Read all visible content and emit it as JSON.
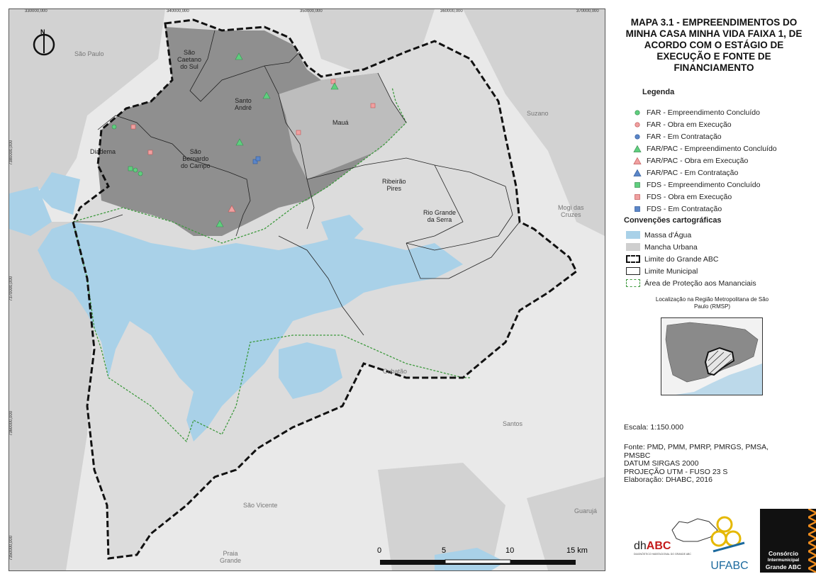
{
  "title": "MAPA 3.1 - EMPREENDIMENTOS DO MINHA CASA MINHA VIDA FAIXA 1, DE ACORDO COM O ESTÁGIO DE EXECUÇÃO E FONTE DE FINANCIAMENTO",
  "legend": {
    "heading": "Legenda",
    "items": [
      {
        "label": "FAR - Empreendimento Concluído",
        "shape": "circle",
        "color": "#5fcf7e"
      },
      {
        "label": "FAR - Obra em Execução",
        "shape": "circle",
        "color": "#f0a0a0"
      },
      {
        "label": "FAR - Em Contratação",
        "shape": "circle",
        "color": "#5b86c8"
      },
      {
        "label": "FAR/PAC - Empreendimento Concluído",
        "shape": "triangle",
        "color": "#5fcf7e"
      },
      {
        "label": "FAR/PAC - Obra em Execução",
        "shape": "triangle",
        "color": "#f0a0a0"
      },
      {
        "label": "FAR/PAC - Em Contratação",
        "shape": "triangle",
        "color": "#5b86c8"
      },
      {
        "label": "FDS - Empreendimento Concluído",
        "shape": "square",
        "color": "#5fcf7e"
      },
      {
        "label": "FDS - Obra em Execução",
        "shape": "square",
        "color": "#f0a0a0"
      },
      {
        "label": "FDS - Em Contratação",
        "shape": "square",
        "color": "#5b86c8"
      }
    ]
  },
  "conventions": {
    "heading": "Convenções cartográficas",
    "items": [
      {
        "label": "Massa d'Água",
        "style": "water"
      },
      {
        "label": "Mancha Urbana",
        "style": "urban"
      },
      {
        "label": "Limite do Grande ABC",
        "style": "abc"
      },
      {
        "label": "Limite Municipal",
        "style": "muni"
      },
      {
        "label": "Área de Proteção aos Mananciais",
        "style": "manancial"
      }
    ]
  },
  "location": {
    "caption": "Localização na Região Metropolitana de São Paulo (RMSP)"
  },
  "scale_text": "Escala: 1:150.000",
  "source_lines": [
    "Fonte: PMD, PMM, PMRP, PMRGS, PMSA,",
    "PMSBC",
    "DATUM SIRGAS 2000",
    "PROJEÇÃO UTM - FUSO 23 S",
    "Elaboração: DHABC, 2016"
  ],
  "north": "N",
  "scalebar": {
    "labels": [
      "0",
      "5",
      "10",
      "15 km"
    ]
  },
  "grid": {
    "x_labels": [
      "330000,000",
      "340000,000",
      "350000,000",
      "360000,000",
      "370000,000"
    ],
    "y_labels": [
      "7380000,000",
      "7370000,000",
      "7360000,000",
      "7350000,000"
    ]
  },
  "places": {
    "sao_paulo": "São Paulo",
    "suzano": "Suzano",
    "mogi": [
      "Mogi das",
      "Cruzes"
    ],
    "cubatao": "Cubatão",
    "santos": "Santos",
    "sao_vicente": "São Vicente",
    "guaruja": "Guarujá",
    "praia": [
      "Praia",
      "Grande"
    ]
  },
  "municipalities": {
    "scs": [
      "São",
      "Caetano",
      "do Sul"
    ],
    "santo_andre": [
      "Santo",
      "André"
    ],
    "maua": "Mauá",
    "diadema": "Diadema",
    "sbc": [
      "São",
      "Bernardo",
      "do Campo"
    ],
    "ribeirao": [
      "Ribeirão",
      "Pires"
    ],
    "rgs": [
      "Rio Grande",
      "da Serra"
    ]
  },
  "logos": {
    "dh_prefix": "dh",
    "dh_bold": "ABC",
    "dh_sub": "DIAGNÓSTICO HABITACIONAL DO GRANDE ABC",
    "ufabc": "UFABC",
    "consorcio": [
      "Consórcio",
      "Intermunicipal",
      "Grande ABC"
    ]
  },
  "colors": {
    "water": "#a9d1e8",
    "urban": "#cfcfcf",
    "region": "#dcdcdc",
    "urban_core": "#8f8f8f",
    "manancial": "#3e9a3e"
  }
}
